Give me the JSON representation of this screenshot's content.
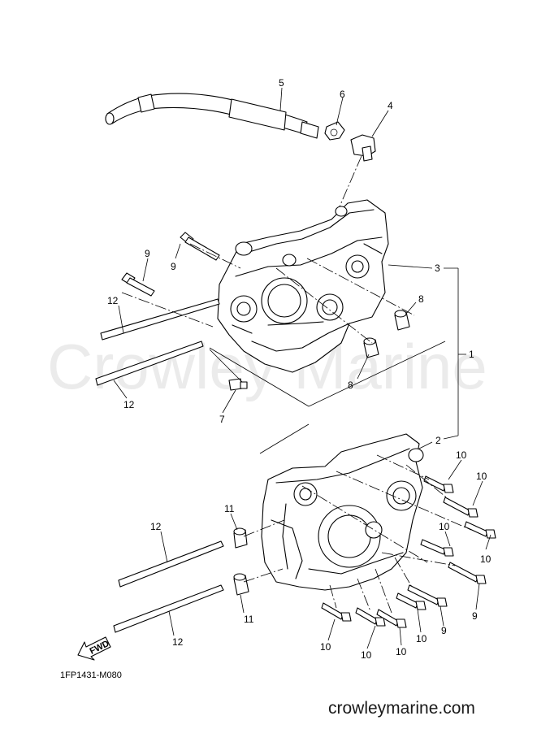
{
  "watermark": "Crowley Marine",
  "diagram_code": "1FP1431-M080",
  "footer_site": "crowleymarine.com",
  "fwd_label": "FWD",
  "callouts": [
    {
      "id": "c5",
      "label": "5"
    },
    {
      "id": "c6",
      "label": "6"
    },
    {
      "id": "c4",
      "label": "4"
    },
    {
      "id": "c9a",
      "label": "9"
    },
    {
      "id": "c9b",
      "label": "9"
    },
    {
      "id": "c12a",
      "label": "12"
    },
    {
      "id": "c12b",
      "label": "12"
    },
    {
      "id": "c3",
      "label": "3"
    },
    {
      "id": "c1",
      "label": "1"
    },
    {
      "id": "c8a",
      "label": "8"
    },
    {
      "id": "c8b",
      "label": "8"
    },
    {
      "id": "c7",
      "label": "7"
    },
    {
      "id": "c2",
      "label": "2"
    },
    {
      "id": "c10a",
      "label": "10"
    },
    {
      "id": "c10b",
      "label": "10"
    },
    {
      "id": "c10c",
      "label": "10"
    },
    {
      "id": "c10d",
      "label": "10"
    },
    {
      "id": "c11a",
      "label": "11"
    },
    {
      "id": "c11b",
      "label": "11"
    },
    {
      "id": "c12c",
      "label": "12"
    },
    {
      "id": "c12d",
      "label": "12"
    },
    {
      "id": "c9c",
      "label": "9"
    },
    {
      "id": "c9d",
      "label": "9"
    },
    {
      "id": "c10e",
      "label": "10"
    },
    {
      "id": "c10f",
      "label": "10"
    },
    {
      "id": "c10g",
      "label": "10"
    },
    {
      "id": "c10h",
      "label": "10"
    }
  ]
}
